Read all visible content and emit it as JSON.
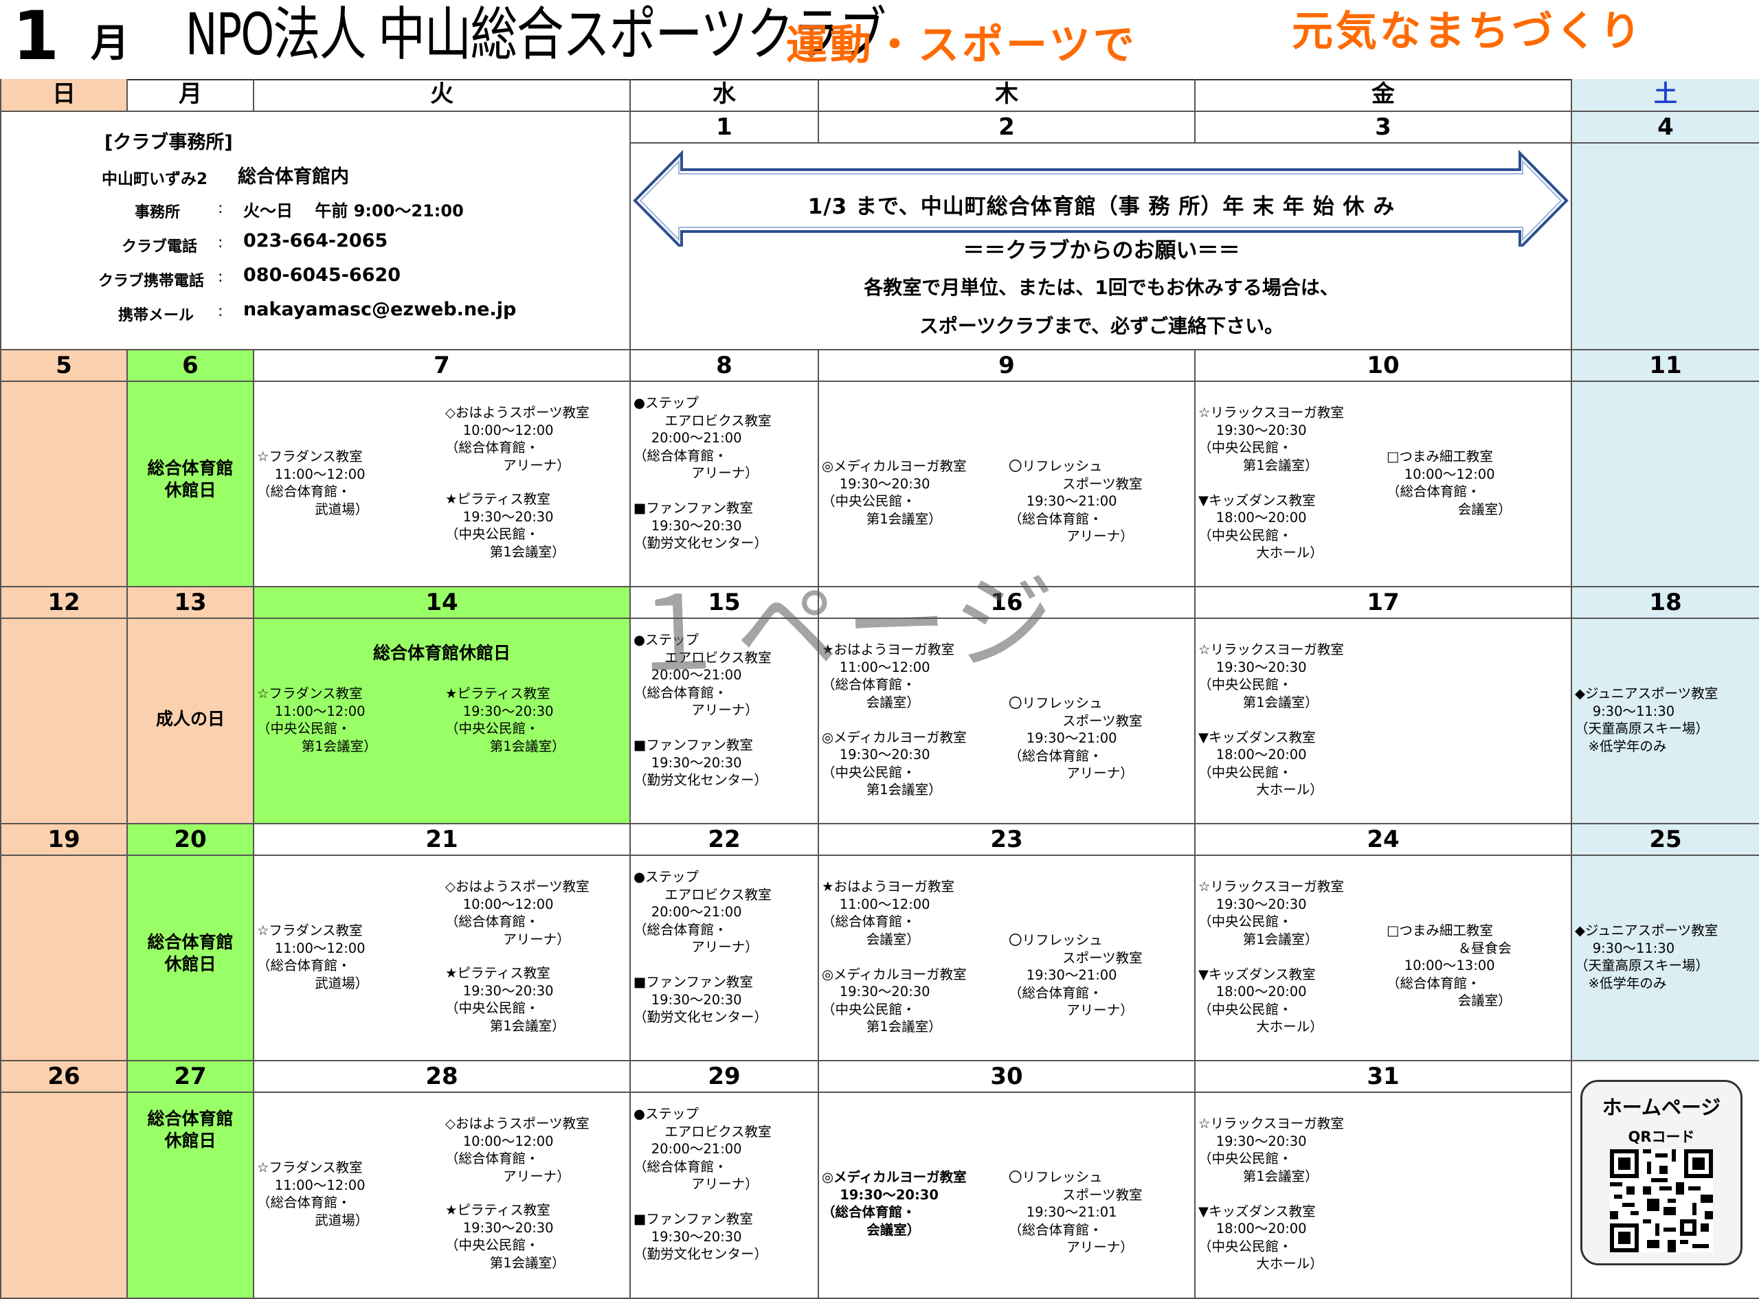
{
  "header": {
    "month_num": "1",
    "month_suffix": "月",
    "org_name": "NPO法人 中山総合スポーツクラブ",
    "slogan_1": "運動・スポーツで",
    "slogan_2": "元気なまちづくり"
  },
  "weekdays": [
    "日",
    "月",
    "火",
    "水",
    "木",
    "金",
    "土"
  ],
  "office": {
    "title": "[クラブ事務所]",
    "address_key": "中山町いずみ2",
    "address_val": "総合体育館内",
    "hours_key": "事務所",
    "hours_val": "火～日　 午前  9:00～21:00",
    "phone_key": "クラブ電話",
    "phone_val": "023-664-2065",
    "mobile_key": "クラブ携帯電話",
    "mobile_val": "080-6045-6620",
    "mail_key": "携帯メール",
    "mail_val": "nakayamasc@ezweb.ne.jp",
    "colon": ":"
  },
  "notice": {
    "arrow_text": "1/3 まで、中山町総合体育館（事 務 所）年 末 年 始 休 み",
    "request_title": "＝＝クラブからのお願い＝＝",
    "request_line1": "各教室で月単位、または、1回でもお休みする場合は、",
    "request_line2": "スポーツクラブまで、必ずご連絡下さい。"
  },
  "dates": {
    "w1": [
      "",
      "",
      "",
      "1",
      "2",
      "3",
      "4"
    ],
    "w2": [
      "5",
      "6",
      "7",
      "8",
      "9",
      "10",
      "11"
    ],
    "w3": [
      "12",
      "13",
      "14",
      "15",
      "16",
      "17",
      "18"
    ],
    "w4": [
      "19",
      "20",
      "21",
      "22",
      "23",
      "24",
      "25"
    ],
    "w5": [
      "26",
      "27",
      "28",
      "29",
      "30",
      "31",
      ""
    ]
  },
  "labels": {
    "closed": "総合体育館\n休館日",
    "closed_one_line": "総合体育館休館日",
    "coming_of_age": "成人の日"
  },
  "events": {
    "hula": "☆フラダンス教室\n　 11:00～12:00\n（総合体育館・\n　　　 　武道場）",
    "hula_chuo": "☆フラダンス教室\n　 11:00～12:00\n（中央公民館・\n　　　 第1会議室）",
    "ohayo_sports": "◇おはようスポーツ教室\n　 10:00～12:00\n（総合体育館・\n　　　 　アリーナ）",
    "pilates": "★ピラティス教室\n　 19:30～20:30\n（中央公民館・\n　　　 第1会議室）",
    "step_fanfan": "●ステップ\n　　 エアロビクス教室\n　 20:00～21:00\n（総合体育館・\n　　　 　アリーナ）\n\n■ファンファン教室\n　 19:30～20:30\n（勤労文化センター）",
    "medical_yoga": "◎メディカルヨーガ教室\n　 19:30～20:30\n（中央公民館・\n　　　 第1会議室）",
    "medical_yoga_gym": "◎メディカルヨーガ教室\n　 19:30～20:30\n（総合体育館・\n　　　 会議室）",
    "refresh": "〇リフレッシュ\n　　　　スポーツ教室\n　 19:30～21:00\n（総合体育館・\n　　　 　アリーナ）",
    "refresh_31": "〇リフレッシュ\n　　　　スポーツ教室\n　 19:30～21:01\n（総合体育館・\n　　　 　アリーナ）",
    "ohayo_yoga_medical": "★おはようヨーガ教室\n　 11:00～12:00\n（総合体育館・\n　　　 会議室）\n\n◎メディカルヨーガ教室\n　 19:30～20:30\n（中央公民館・\n　　　 第1会議室）",
    "relax_kids": "☆リラックスヨーガ教室\n　 19:30～20:30\n（中央公民館・\n　　　 第1会議室）\n\n▼キッズダンス教室\n　 18:00～20:00\n（中央公民館・\n　　　 　大ホール）",
    "tsumami": "□つまみ細工教室\n　 10:00～12:00\n（総合体育館・\n　　　　　 会議室）",
    "tsumami_lunch": "□つまみ細工教室\n　　　　　 ＆昼食会\n　 10:00～13:00\n（総合体育館・\n　　　　　 会議室）",
    "junior": "◆ジュニアスポーツ教室\n　 9:30～11:30\n（天童高原スキー場）\n　※低学年のみ"
  },
  "watermark": "１ページ",
  "qr": {
    "title": "ホームページ",
    "subtitle": "QRコード"
  },
  "colors": {
    "sunday_bg": "#fbd0ae",
    "saturday_bg": "#dbeef3",
    "closed_green": "#99ff66",
    "slogan_orange": "#ff6a00"
  }
}
